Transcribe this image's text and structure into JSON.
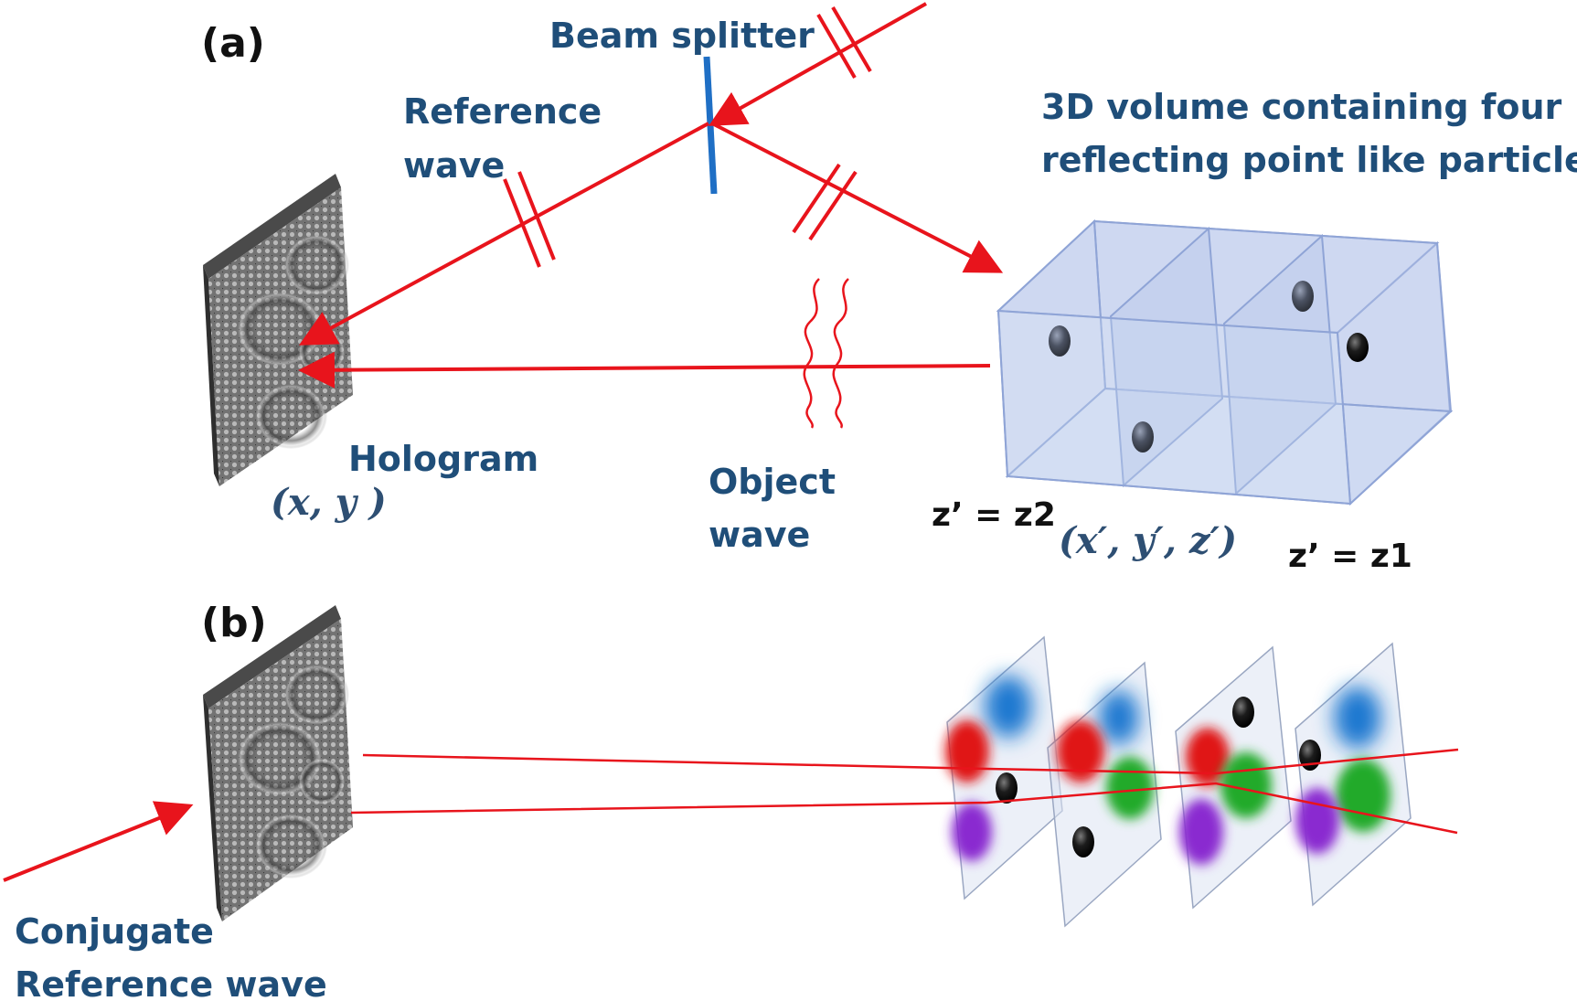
{
  "panel_a": {
    "label": "(a)",
    "beam_splitter": "Beam splitter",
    "reference_wave": [
      "Reference",
      "wave"
    ],
    "volume_title": [
      "3D volume containing four",
      "reflecting point like particles"
    ],
    "hologram": "Hologram",
    "hologram_coords": "(x, y )",
    "object_wave": [
      "Object",
      "wave"
    ],
    "plane_z2": "z’ = z2",
    "volume_coords": "(x′, y′, z′)",
    "plane_z1": "z’ = z1"
  },
  "panel_b": {
    "label": "(b)",
    "conjugate_reference": [
      "Conjugate",
      "Reference wave"
    ]
  },
  "colors": {
    "beam": "#e8141c",
    "beam_splitter": "#1f6fc5",
    "label_blue": "#1f4e79",
    "volume_fill": "#b9c9ec",
    "volume_edge": "#8fa4d6",
    "particle": "#1a1a1a",
    "focus_red": "#e01818",
    "focus_blue": "#1e78d0",
    "focus_green": "#22aa2a",
    "focus_purple": "#8a2bd0"
  }
}
